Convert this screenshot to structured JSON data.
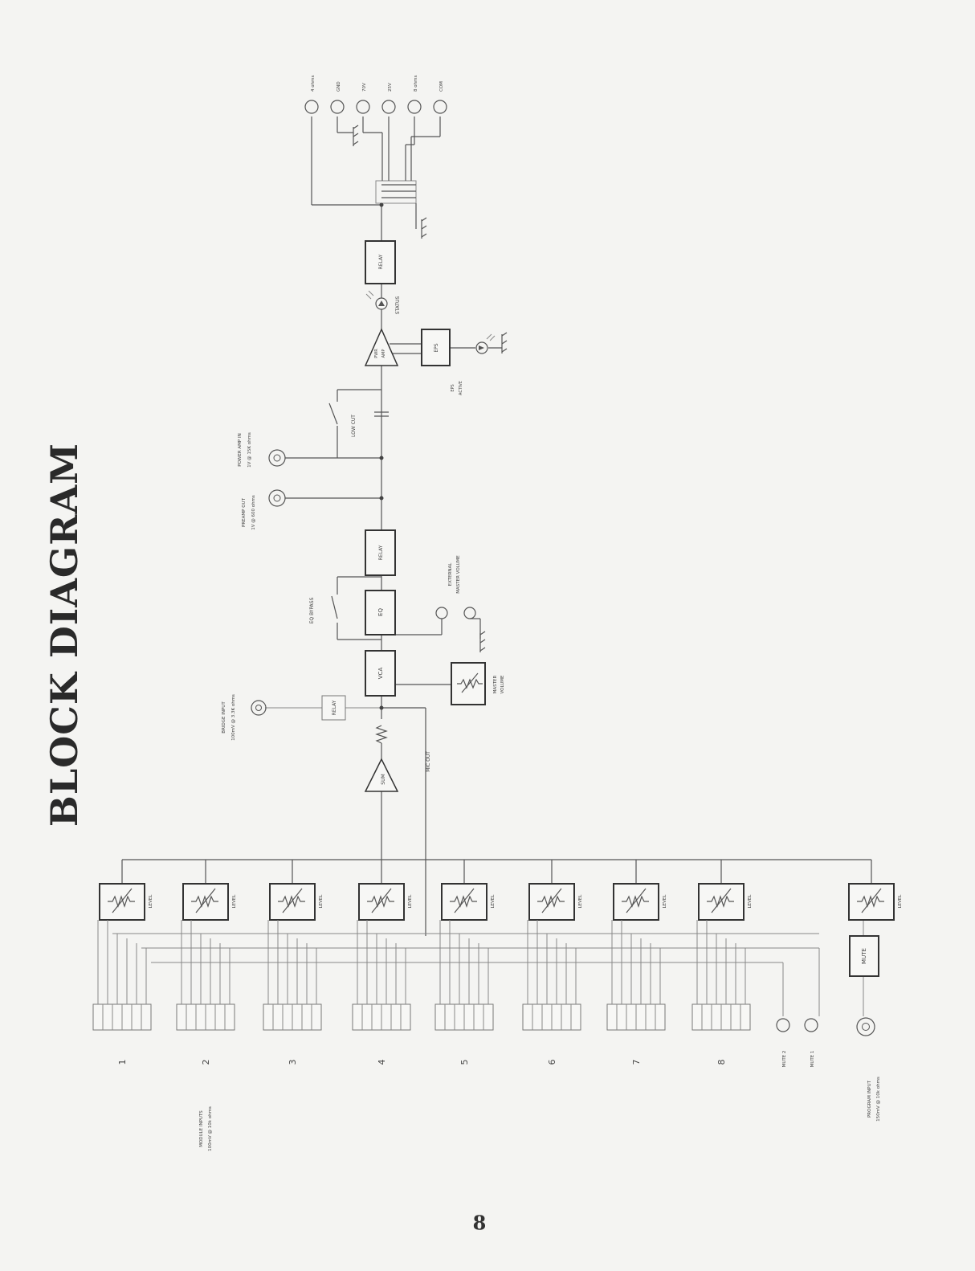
{
  "title": "BLOCK DIAGRAM",
  "page_number": "8",
  "channel_numbers": [
    "1",
    "2",
    "3",
    "4",
    "5",
    "6",
    "7",
    "8"
  ],
  "level_label": "LEVEL",
  "module_inputs": {
    "line1": "MODULE INPUTS",
    "line2": "100mV @ 10k ohms"
  },
  "mute_inputs": [
    "MUTE 2",
    "MUTE 1"
  ],
  "program_input": {
    "line1": "PROGRAM INPUT",
    "line2": "150mV @ 10k ohms"
  },
  "mute_block": "MUTE",
  "sum_amp": "SUM",
  "mic_out": "MIC OUT",
  "bridge_input": {
    "line1": "BRIDGE INPUT",
    "line2": "100mV @ 3.3K ohms"
  },
  "relay_label": "RELAY",
  "vca_label": "VCA",
  "master_volume": {
    "line1": "MASTER",
    "line2": "VOLUME"
  },
  "eq_label": "EQ",
  "eq_bypass": "EQ BYPASS",
  "external_master_volume": {
    "line1": "EXTERNAL",
    "line2": "MASTER VOLUME"
  },
  "preamp_out": {
    "line1": "PREAMP OUT",
    "line2": "1V @ 600 ohms"
  },
  "power_amp_in": {
    "line1": "POWER AMP IN",
    "line2": "1V @ 15K ohms"
  },
  "low_cut": "LOW CUT",
  "pwr_amp": {
    "line1": "PWR",
    "line2": "AMP"
  },
  "eps_label": "EPS",
  "eps_active": {
    "line1": "EPS",
    "line2": "ACTIVE"
  },
  "status_label": "STATUS",
  "outputs": [
    "4 ohms",
    "GND",
    "70V",
    "25V",
    "8 ohms",
    "COM"
  ]
}
